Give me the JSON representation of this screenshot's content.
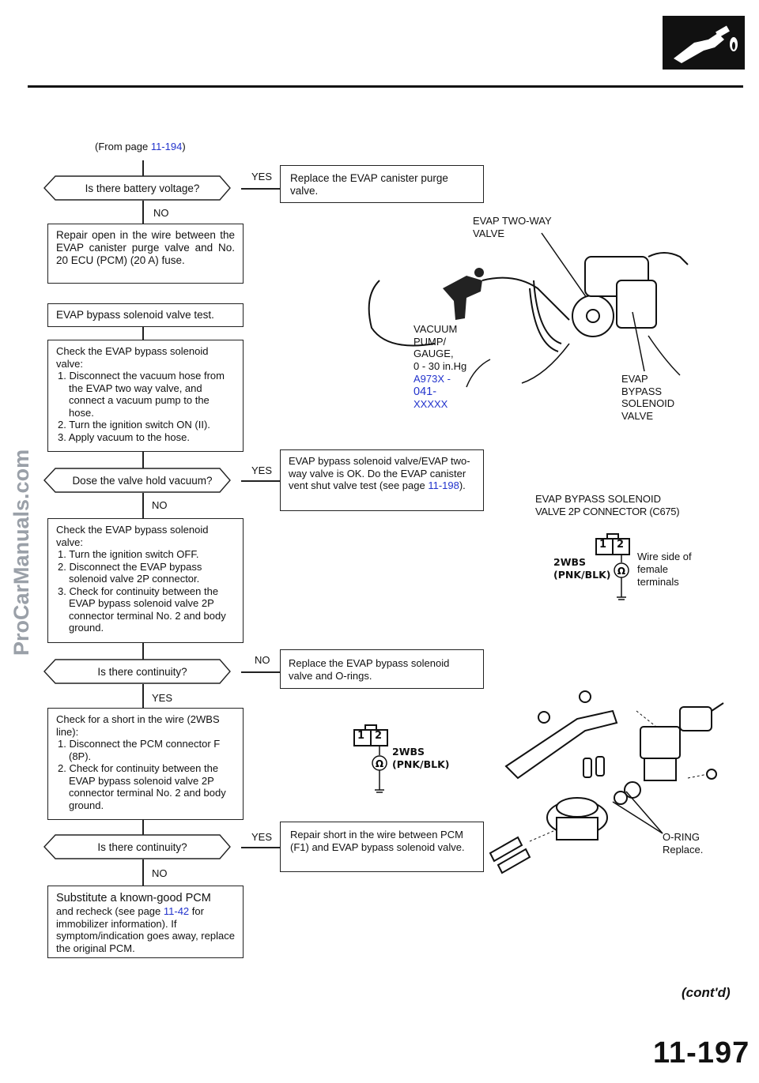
{
  "header": {
    "icon": "fuel-pump-icon"
  },
  "watermark": "ProCarManuals.com",
  "from_page": {
    "prefix": "(From page ",
    "link": "11-194",
    "suffix": ")"
  },
  "q1": {
    "text": "Is there battery voltage?",
    "yes": "YES",
    "no": "NO"
  },
  "yes1": "Replace the EVAP canister purge valve.",
  "no1": "Repair open in the wire between the EVAP canister purge valve and No. 20 ECU (PCM) (20 A) fuse.",
  "test_title": "EVAP bypass solenoid valve test.",
  "check1": {
    "intro": "Check the EVAP bypass solenoid valve:",
    "steps": [
      "1. Disconnect the vacuum hose from the EVAP two way valve, and connect a vacuum pump to the hose.",
      "2. Turn the ignition switch ON (II).",
      "3. Apply vacuum to the hose."
    ]
  },
  "q2": {
    "text": "Dose the valve hold vacuum?",
    "yes": "YES",
    "no": "NO"
  },
  "yes2": {
    "text": "EVAP bypass solenoid valve/EVAP two-way valve is OK. Do the EVAP canister vent shut valve test (see page ",
    "link": "11-198",
    "suffix": ")."
  },
  "check2": {
    "intro": "Check the EVAP bypass solenoid valve:",
    "steps": [
      "1. Turn the ignition switch OFF.",
      "2. Disconnect the EVAP bypass solenoid valve 2P connector.",
      "3. Check for continuity between the EVAP bypass solenoid valve 2P connector terminal No. 2 and body ground."
    ]
  },
  "q3": {
    "text": "Is there continuity?",
    "yes": "YES",
    "no": "NO"
  },
  "no3": "Replace the EVAP bypass solenoid valve and O-rings.",
  "check3": {
    "intro": "Check for a short in the wire (2WBS line):",
    "steps": [
      "1. Disconnect the PCM connector F (8P).",
      "2. Check for continuity between the EVAP bypass solenoid valve 2P connector terminal No. 2 and body ground."
    ]
  },
  "q4": {
    "text": "Is there continuity?",
    "yes": "YES",
    "no": "NO"
  },
  "yes4": "Repair short in the wire between PCM (F1) and EVAP bypass solenoid valve.",
  "final": {
    "title": "Substitute a known-good PCM",
    "text1": "and recheck (see page ",
    "link": "11-42",
    "text2": " for immobilizer information). If symptom/indication goes away, replace the original PCM."
  },
  "illustration": {
    "two_way_valve": "EVAP TWO-WAY VALVE",
    "vacuum_pump": [
      "VACUUM",
      "PUMP/",
      "GAUGE,",
      "0 - 30 in.Hg"
    ],
    "tool_num": [
      "A973X -",
      "041-",
      "XXXXX"
    ],
    "bypass_valve": [
      "EVAP",
      "BYPASS",
      "SOLENOID",
      "VALVE"
    ],
    "connector_title": [
      "EVAP BYPASS SOLENOID",
      "VALVE 2P CONNECTOR (C675)"
    ],
    "wire_side": [
      "Wire side of",
      "female",
      "terminals"
    ],
    "pin1": "1",
    "pin2": "2",
    "wire_code": "2WBS",
    "wire_color": "(PNK/BLK)",
    "oring": "O-RING",
    "replace": "Replace."
  },
  "footer": {
    "contd": "(cont'd)",
    "page": "11-197"
  }
}
